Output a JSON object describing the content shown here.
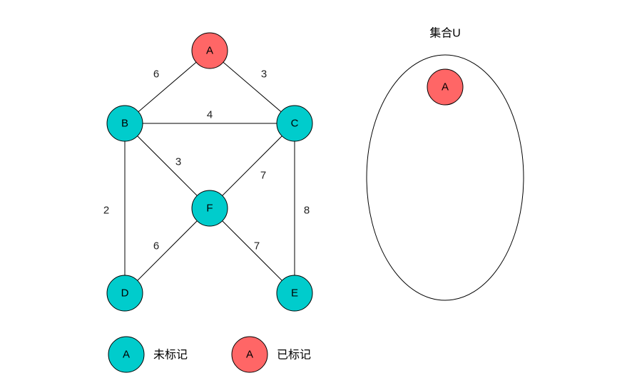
{
  "colors": {
    "unmarked": "#00CCCC",
    "marked": "#FF6666",
    "stroke": "#000000",
    "background": "#FFFFFF"
  },
  "graph": {
    "nodes": [
      {
        "id": "A",
        "label": "A",
        "status": "marked"
      },
      {
        "id": "B",
        "label": "B",
        "status": "unmarked"
      },
      {
        "id": "C",
        "label": "C",
        "status": "unmarked"
      },
      {
        "id": "F",
        "label": "F",
        "status": "unmarked"
      },
      {
        "id": "D",
        "label": "D",
        "status": "unmarked"
      },
      {
        "id": "E",
        "label": "E",
        "status": "unmarked"
      }
    ],
    "edges": [
      {
        "from": "A",
        "to": "B",
        "weight": "6"
      },
      {
        "from": "A",
        "to": "C",
        "weight": "3"
      },
      {
        "from": "B",
        "to": "C",
        "weight": "4"
      },
      {
        "from": "B",
        "to": "F",
        "weight": "3"
      },
      {
        "from": "C",
        "to": "F",
        "weight": "7"
      },
      {
        "from": "B",
        "to": "D",
        "weight": "2"
      },
      {
        "from": "C",
        "to": "E",
        "weight": "8"
      },
      {
        "from": "F",
        "to": "D",
        "weight": "6"
      },
      {
        "from": "F",
        "to": "E",
        "weight": "7"
      }
    ]
  },
  "set_u": {
    "title": "集合U",
    "members": [
      {
        "label": "A",
        "status": "marked"
      }
    ]
  },
  "legend": {
    "items": [
      {
        "node_label": "A",
        "text": "未标记",
        "status": "unmarked"
      },
      {
        "node_label": "A",
        "text": "已标记",
        "status": "marked"
      }
    ]
  }
}
